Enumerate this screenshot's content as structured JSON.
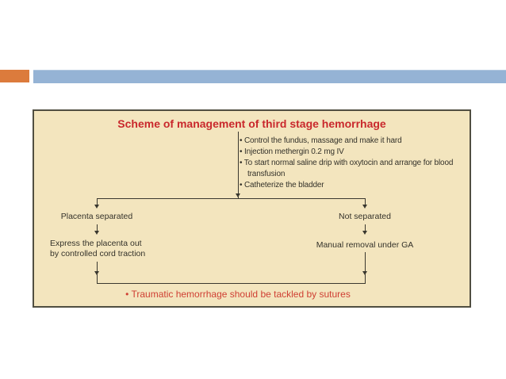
{
  "slide": {
    "background": "#ffffff",
    "accent_bars": {
      "orange_color": "#dc7b3c",
      "blue_color": "#95b3d5"
    }
  },
  "diagram": {
    "title": "Scheme of management of third stage hemorrhage",
    "title_color": "#c9282c",
    "background_color": "#f3e5be",
    "border_color": "#504e41",
    "connector_color": "#3a382f",
    "bullets": [
      "• Control the fundus, massage and make it hard",
      "• Injection methergin 0.2 mg IV",
      "• To start normal saline drip with oxytocin and arrange for blood\ntransfusion",
      "• Catheterize the bladder"
    ],
    "left_branch": {
      "label": "Placenta separated",
      "action": "Express the placenta out\nby controlled cord traction"
    },
    "right_branch": {
      "label": "Not separated",
      "action": "Manual removal under GA"
    },
    "footnote": "• Traumatic hemorrhage should be tackled by sutures",
    "footnote_color": "#cf3f33"
  }
}
